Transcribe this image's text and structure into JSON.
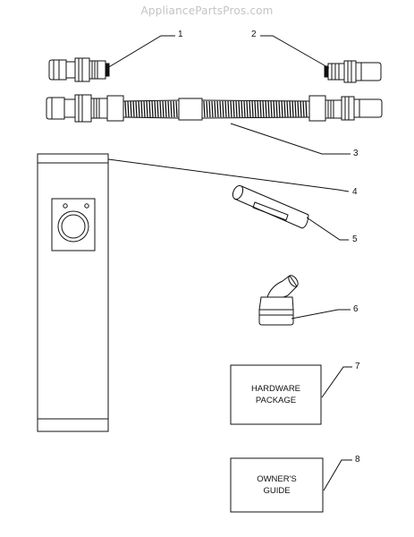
{
  "watermark": "AppliancePartsPros.com",
  "callouts": [
    {
      "id": "1",
      "label": "1"
    },
    {
      "id": "2",
      "label": "2"
    },
    {
      "id": "3",
      "label": "3"
    },
    {
      "id": "4",
      "label": "4"
    },
    {
      "id": "5",
      "label": "5"
    },
    {
      "id": "6",
      "label": "6"
    },
    {
      "id": "7",
      "label": "7"
    },
    {
      "id": "8",
      "label": "8"
    }
  ],
  "boxes": {
    "hardware": {
      "line1": "HARDWARE",
      "line2": "PACKAGE"
    },
    "guide": {
      "line1": "OWNER'S",
      "line2": "GUIDE"
    }
  },
  "colors": {
    "line": "#111111",
    "watermark": "#c4c4c4"
  }
}
